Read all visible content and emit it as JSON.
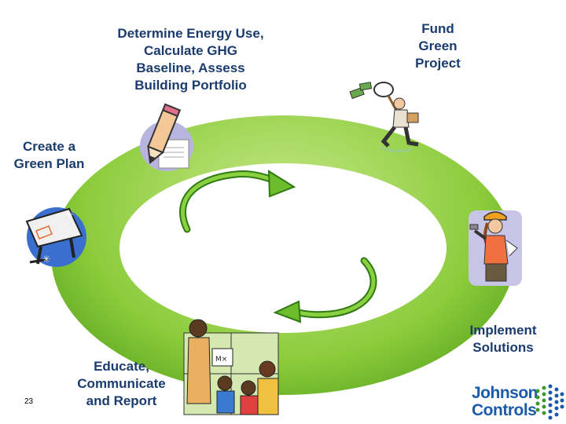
{
  "steps": [
    {
      "id": "assess",
      "label": "Determine Energy Use,\nCalculate GHG\nBaseline, Assess\nBuilding Portfolio"
    },
    {
      "id": "fund",
      "label": "Fund\nGreen\nProject"
    },
    {
      "id": "plan",
      "label": "Create a\nGreen Plan"
    },
    {
      "id": "implement",
      "label": "Implement\nSolutions"
    },
    {
      "id": "educate",
      "label": "Educate,\nCommunicate\nand Report"
    }
  ],
  "page_number": "23",
  "logo": {
    "line1": "Johnson",
    "line2": "Controls"
  },
  "colors": {
    "ring_green": "#7cc030",
    "arrow_green": "#55a020",
    "label_blue": "#1a3c6e",
    "logo_blue": "#1a5aa8"
  },
  "icons": [
    "pencil-clipboard-icon",
    "money-chaser-icon",
    "drafting-table-icon",
    "construction-worker-icon",
    "classroom-teacher-icon",
    "johnson-controls-logo-icon"
  ]
}
